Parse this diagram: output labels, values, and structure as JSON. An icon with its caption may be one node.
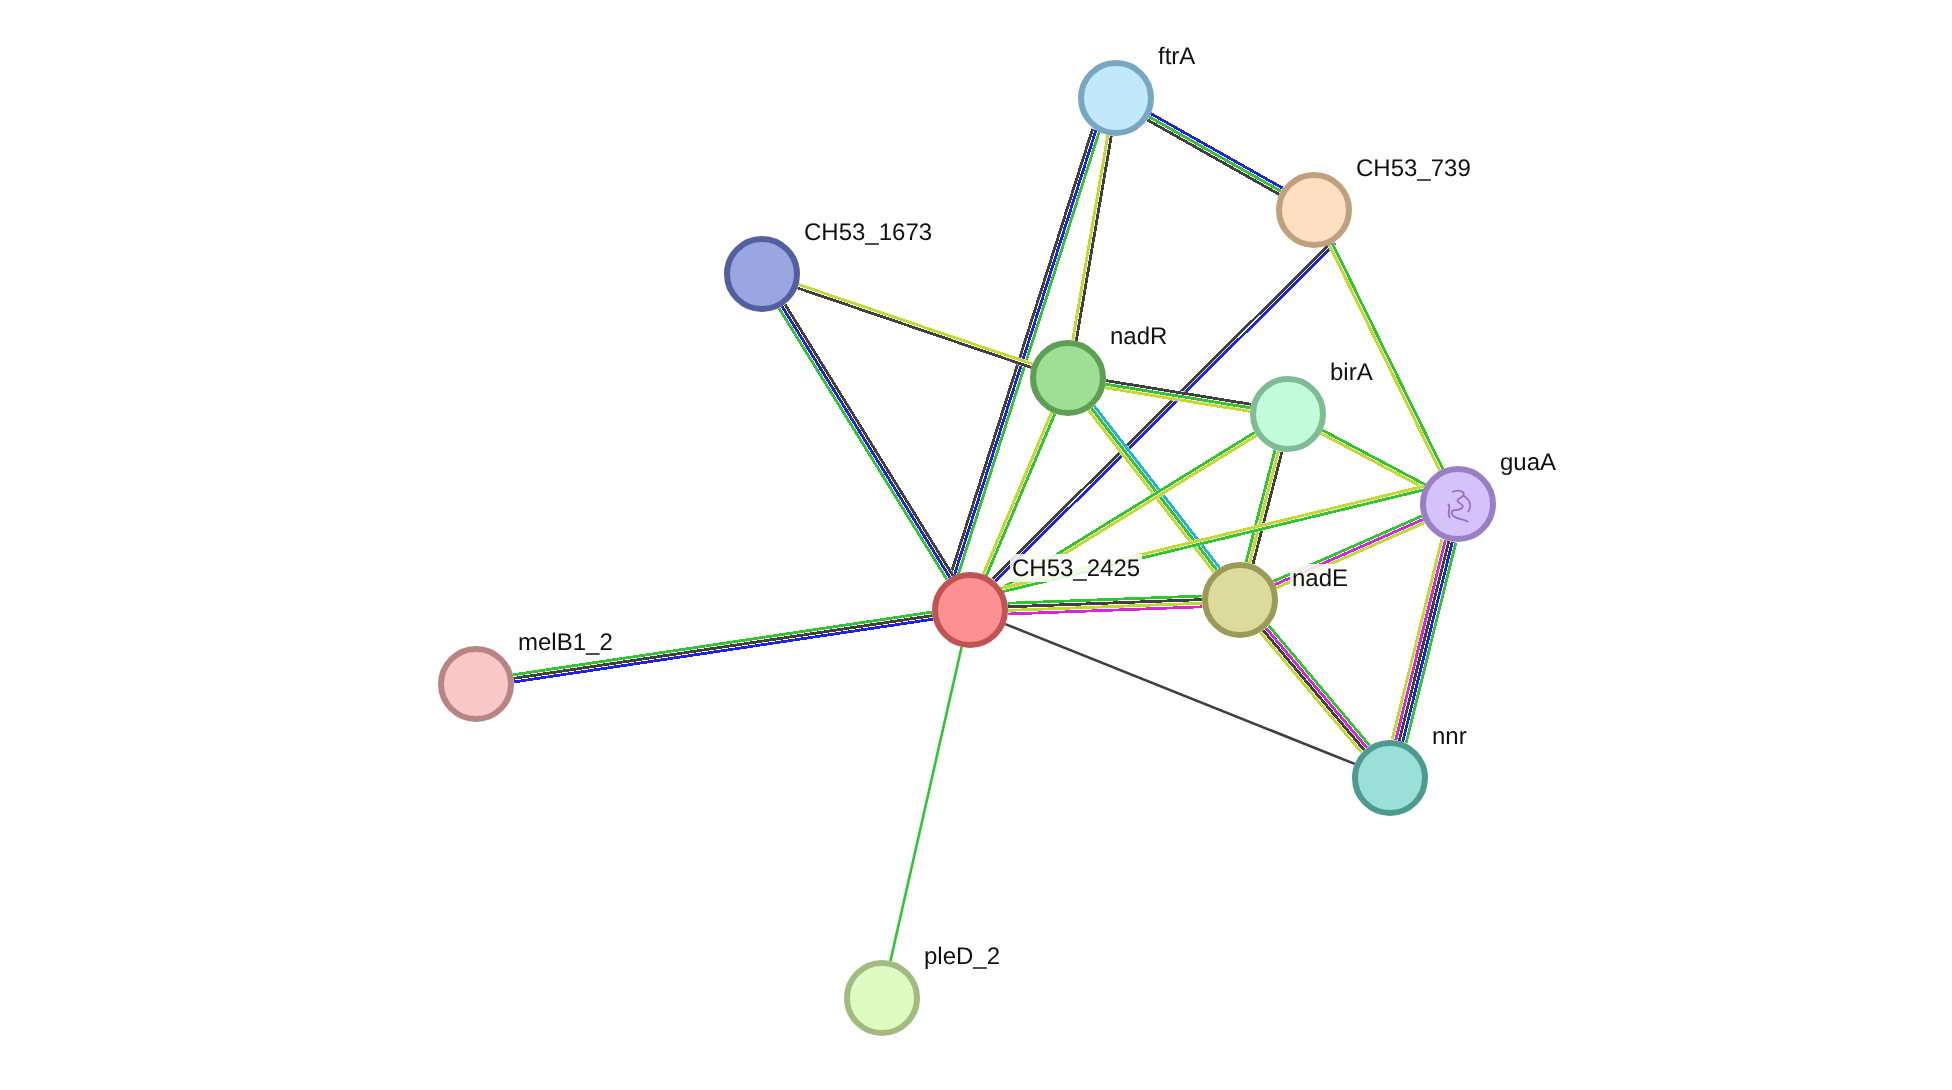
{
  "diagram": {
    "nodes": [
      {
        "text": [
          "ftrA"
        ]
      },
      {
        "text": [
          "CH53_739"
        ]
      },
      {
        "text": [
          "CH53_1673"
        ]
      },
      {
        "text": [
          "nadR"
        ]
      },
      {
        "text": [
          "birA"
        ]
      },
      {
        "text": [
          "guaA"
        ]
      },
      {
        "text": [
          "CH53_2425"
        ]
      },
      {
        "text": [
          "nadE"
        ]
      },
      {
        "text": [
          "melB1_2"
        ]
      },
      {
        "text": [
          "nnr"
        ]
      },
      {
        "text": [
          "pleD_2"
        ]
      }
    ],
    "edges": [
      {
        "from": 0,
        "to": 1,
        "arrow": "none"
      },
      {
        "from": 0,
        "to": 6,
        "arrow": "none",
        "color": "#2020ee"
      },
      {
        "from": 0,
        "to": 3,
        "arrow": "none",
        "color": "#404040"
      },
      {
        "from": 1,
        "to": 6,
        "arrow": "none",
        "color": "#2020ee"
      },
      {
        "from": 1,
        "to": 5,
        "arrow": "none",
        "color": "#c5d92b"
      },
      {
        "from": 2,
        "to": 3,
        "arrow": "none",
        "color": "#404040"
      },
      {
        "from": 2,
        "to": 6,
        "arrow": "none",
        "color": "#2020ee"
      },
      {
        "from": 3,
        "to": 4,
        "arrow": "none"
      },
      {
        "from": 3,
        "to": 6,
        "arrow": "none"
      },
      {
        "from": 3,
        "to": 7,
        "arrow": "none"
      },
      {
        "from": 4,
        "to": 6,
        "arrow": "none"
      },
      {
        "from": 4,
        "to": 7,
        "arrow": "none",
        "color": "#c5d92b"
      },
      {
        "from": 4,
        "to": 5,
        "arrow": "none"
      },
      {
        "from": 5,
        "to": 6,
        "arrow": "none"
      },
      {
        "from": 5,
        "to": 7,
        "arrow": "none",
        "color": "#e020e0"
      },
      {
        "from": 5,
        "to": 9,
        "arrow": "none",
        "color": "#404040"
      },
      {
        "from": 6,
        "to": 7,
        "arrow": "none",
        "color": "#c5d92b"
      },
      {
        "from": 6,
        "to": 9,
        "arrow": "none",
        "color": "#404040"
      },
      {
        "from": 7,
        "to": 9,
        "arrow": "none",
        "color": "#e020e0"
      },
      {
        "from": 6,
        "to": 8,
        "arrow": "none",
        "color": "#404040"
      },
      {
        "from": 6,
        "to": 10,
        "arrow": "none",
        "color": "#2fc62f"
      }
    ]
  }
}
